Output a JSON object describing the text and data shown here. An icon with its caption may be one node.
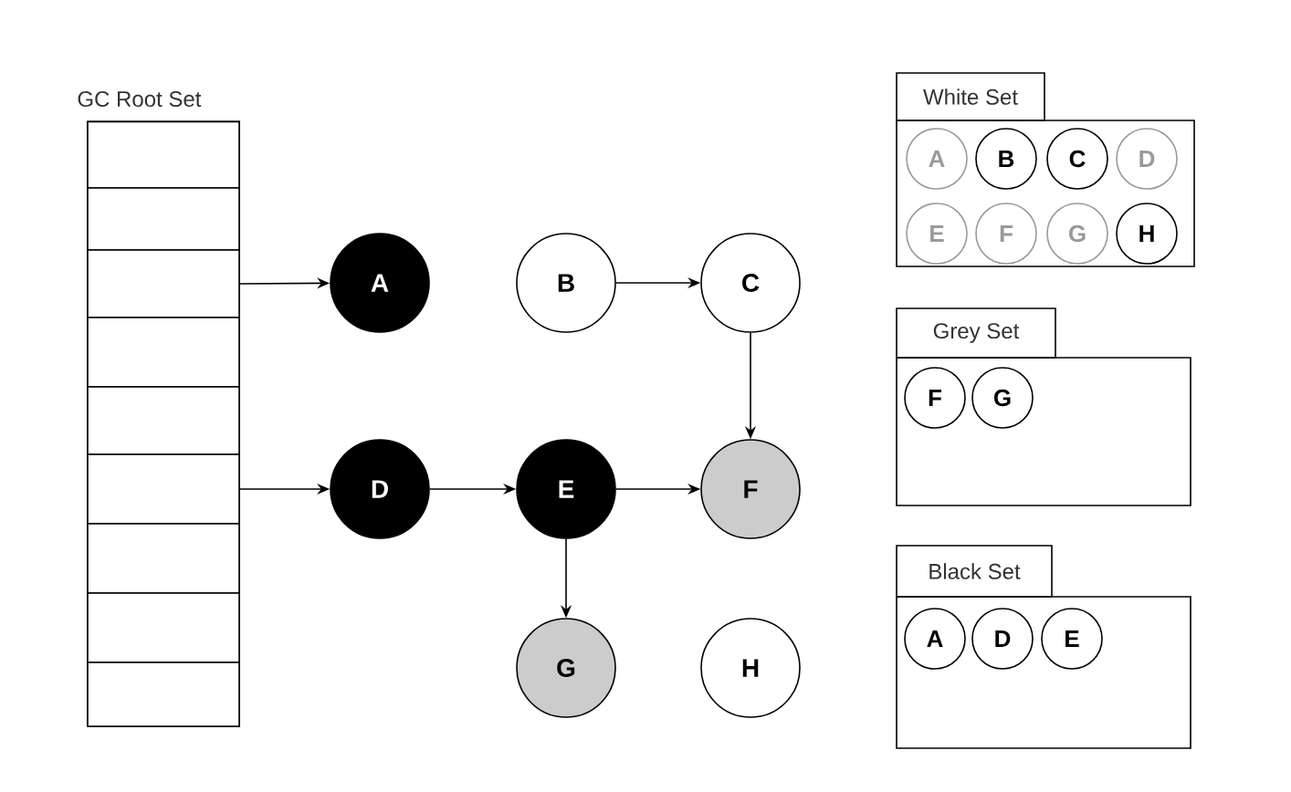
{
  "diagram": {
    "nodes": [
      {
        "text": [
          "GC Root Set"
        ]
      },
      {
        "text": [],
        "shape": "box",
        "in": 0
      },
      {
        "text": [],
        "shape": "box",
        "in": 0
      },
      {
        "text": [],
        "shape": "box",
        "in": 0
      },
      {
        "text": [],
        "shape": "box",
        "in": 0
      },
      {
        "text": [],
        "shape": "box",
        "in": 0
      },
      {
        "text": [],
        "shape": "box",
        "in": 0
      },
      {
        "text": [],
        "shape": "box",
        "in": 0
      },
      {
        "text": [],
        "shape": "box",
        "in": 0
      },
      {
        "text": [],
        "shape": "box",
        "in": 0
      },
      {
        "text": [
          "A"
        ]
      },
      {
        "text": [
          "B"
        ]
      },
      {
        "text": [
          "C"
        ]
      },
      {
        "text": [
          "D"
        ]
      },
      {
        "text": [
          "E"
        ]
      },
      {
        "text": [
          "F"
        ]
      },
      {
        "text": [
          "G"
        ]
      },
      {
        "text": [
          "H"
        ]
      },
      {
        "text": [
          "White Set"
        ]
      },
      {
        "text": [
          "A"
        ],
        "in": 18
      },
      {
        "text": [
          "B"
        ],
        "in": 18
      },
      {
        "text": [
          "C"
        ],
        "in": 18
      },
      {
        "text": [
          "D"
        ],
        "in": 18
      },
      {
        "text": [
          "E"
        ],
        "in": 18
      },
      {
        "text": [
          "F"
        ],
        "in": 18
      },
      {
        "text": [
          "G"
        ],
        "in": 18
      },
      {
        "text": [
          "H"
        ],
        "in": 18
      },
      {
        "text": [
          "Grey Set"
        ]
      },
      {
        "text": [
          "F"
        ],
        "in": 27
      },
      {
        "text": [
          "G"
        ],
        "in": 27
      },
      {
        "text": [
          "Black Set"
        ]
      },
      {
        "text": [
          "A"
        ],
        "in": 30
      },
      {
        "text": [
          "D"
        ],
        "in": 30
      },
      {
        "text": [
          "E"
        ],
        "in": 30
      }
    ],
    "edges": [
      {
        "from": 3,
        "to": 10,
        "arrow": "to"
      },
      {
        "from": 6,
        "to": 13,
        "arrow": "to"
      },
      {
        "from": 11,
        "to": 12,
        "arrow": "to"
      },
      {
        "from": 12,
        "to": 15,
        "arrow": "to"
      },
      {
        "from": 13,
        "to": 14,
        "arrow": "to"
      },
      {
        "from": 14,
        "to": 15,
        "arrow": "to"
      },
      {
        "from": 14,
        "to": 16,
        "arrow": "to"
      }
    ]
  }
}
